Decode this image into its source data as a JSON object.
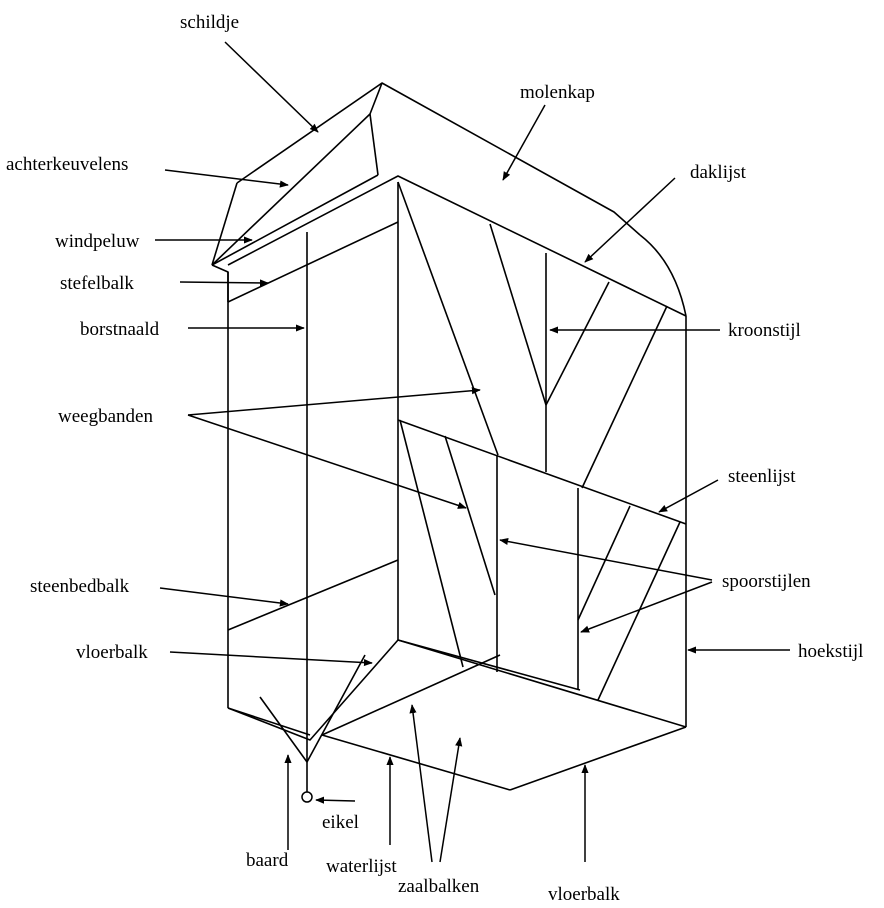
{
  "labels": {
    "schildje": "schildje",
    "molenkap": "molenkap",
    "achterkeuvelens": "achterkeuvelens",
    "daklijst": "daklijst",
    "windpeluw": "windpeluw",
    "stefelbalk": "stefelbalk",
    "borstnaald": "borstnaald",
    "kroonstijl": "kroonstijl",
    "weegbanden": "weegbanden",
    "steenlijst": "steenlijst",
    "spoorstijlen": "spoorstijlen",
    "steenbedbalk": "steenbedbalk",
    "vloerbalk_left": "vloerbalk",
    "hoekstijl": "hoekstijl",
    "eikel": "eikel",
    "baard": "baard",
    "waterlijst": "waterlijst",
    "zaalbalken": "zaalbalken",
    "vloerbalk_bottom": "vloerbalk"
  },
  "colors": {
    "line": "#000000",
    "background": "#ffffff"
  }
}
